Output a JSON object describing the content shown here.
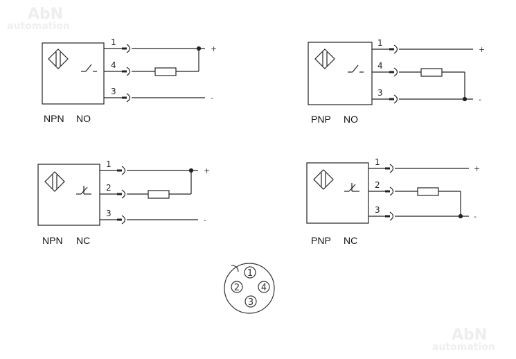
{
  "watermark": {
    "brand": "AbN",
    "tagline": "automation"
  },
  "diagrams": [
    {
      "id": "npn-no",
      "type": "NPN",
      "contact": "NO",
      "pins": [
        "1",
        "4",
        "3"
      ],
      "plus": "+",
      "minus": "-",
      "load_between": "1-4"
    },
    {
      "id": "pnp-no",
      "type": "PNP",
      "contact": "NO",
      "pins": [
        "1",
        "4",
        "3"
      ],
      "plus": "+",
      "minus": "-",
      "load_between": "4-3"
    },
    {
      "id": "npn-nc",
      "type": "NPN",
      "contact": "NC",
      "pins": [
        "1",
        "2",
        "3"
      ],
      "plus": "+",
      "minus": "-",
      "load_between": "1-2"
    },
    {
      "id": "pnp-nc",
      "type": "PNP",
      "contact": "NC",
      "pins": [
        "1",
        "2",
        "3"
      ],
      "plus": "+",
      "minus": "-",
      "load_between": "2-3"
    }
  ],
  "connector": {
    "pins": [
      "1",
      "2",
      "4",
      "3"
    ]
  }
}
